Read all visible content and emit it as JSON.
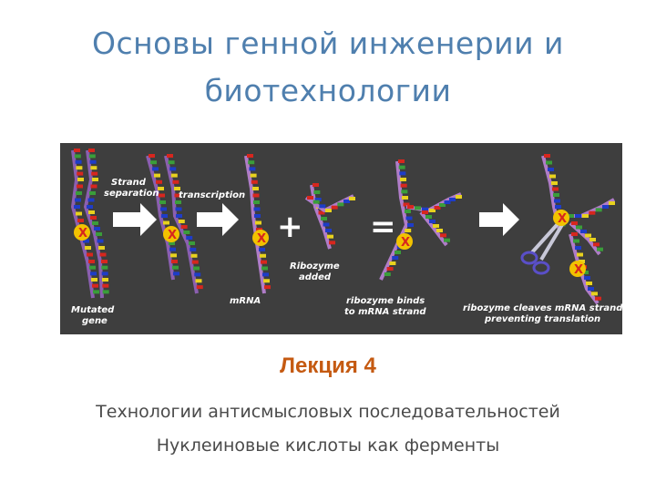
{
  "title": {
    "line1": "Основы генной инженерии и",
    "line2": "биотехнологии"
  },
  "figure": {
    "labels": {
      "strand_separation_1": "Strand",
      "strand_separation_2": "separation",
      "transcription": "transcription",
      "mutated_gene_1": "Mutated",
      "mutated_gene_2": "gene",
      "mrna": "mRNA",
      "ribozyme_added_1": "Ribozyme",
      "ribozyme_added_2": "added",
      "ribozyme_binds_1": "ribozyme binds",
      "ribozyme_binds_2": "to mRNA strand",
      "ribozyme_cleaves_1": "ribozyme cleaves mRNA strand",
      "ribozyme_cleaves_2": "preventing translation",
      "plus": "+",
      "equals": "=",
      "mutation_mark": "X"
    },
    "colors": {
      "background": "#3e3e3e",
      "strand_dna": "#8b5fb0",
      "strand_rna": "#b07cc8",
      "base_red": "#d7261e",
      "base_green": "#3a9d3a",
      "base_blue": "#1e3cc8",
      "base_yellow": "#e8d21e",
      "mutation": "#f2c200",
      "arrow": "#ffffff"
    }
  },
  "lecture": "Лекция 4",
  "subtitle": {
    "line1": "Технологии антисмысловых последовательностей",
    "line2": "Нуклеиновые кислоты как ферменты"
  }
}
